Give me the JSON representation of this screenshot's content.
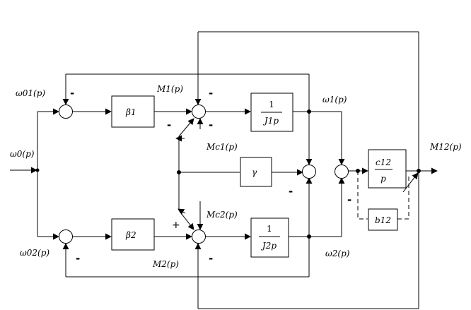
{
  "signals": {
    "omega0": "ω0(p)",
    "omega01": "ω01(p)",
    "omega02": "ω02(p)",
    "omega1": "ω1(p)",
    "omega2": "ω2(p)",
    "m1": "M1(p)",
    "m2": "M2(p)",
    "mc1": "Mc1(p)",
    "mc2": "Mc2(p)",
    "m12": "M12(p)"
  },
  "blocks": {
    "beta1": "β1",
    "beta2": "β2",
    "j1_num": "1",
    "j1_den": "J1p",
    "j2_num": "1",
    "j2_den": "J2p",
    "gamma": "γ",
    "c12_num": "c12",
    "c12_den": "p",
    "b12": "b12"
  },
  "signs": {
    "minus": "-",
    "plus": "+"
  }
}
